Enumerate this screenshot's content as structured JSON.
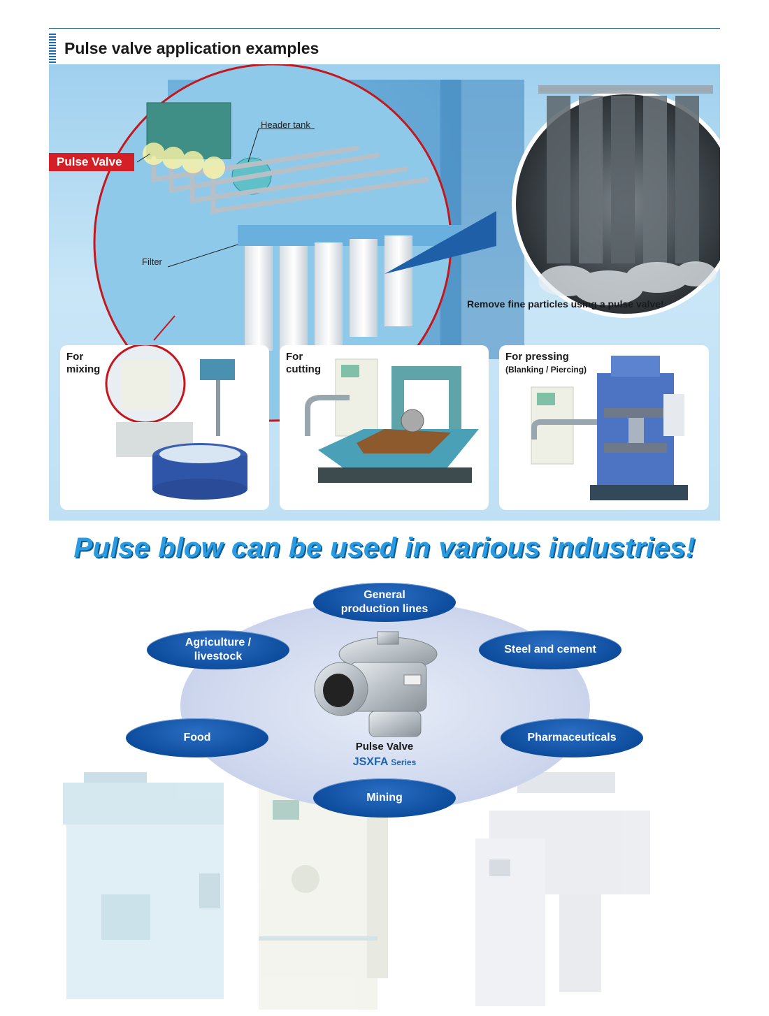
{
  "header": {
    "title": "Pulse valve application examples"
  },
  "hero": {
    "pulse_valve_label": "Pulse Valve",
    "header_tank_label": "Header tank",
    "filter_label": "Filter",
    "remove_text": "Remove fine particles using a pulse valve!"
  },
  "examples": [
    {
      "title": "For\nmixing",
      "sub": ""
    },
    {
      "title": "For\ncutting",
      "sub": ""
    },
    {
      "title": "For pressing",
      "sub": "(Blanking / Piercing)"
    }
  ],
  "tagline": "Pulse blow can be used in various industries!",
  "industries": {
    "general": "General\nproduction lines",
    "agriculture": "Agriculture /\nlivestock",
    "steel": "Steel and cement",
    "food": "Food",
    "pharma": "Pharmaceuticals",
    "mining": "Mining"
  },
  "product": {
    "name": "Pulse Valve",
    "series": "JSXFA",
    "series_suffix": "Series"
  },
  "colors": {
    "accent_red": "#d51f26",
    "navy": "#0e4d9e",
    "sky": "#2a9be0"
  }
}
